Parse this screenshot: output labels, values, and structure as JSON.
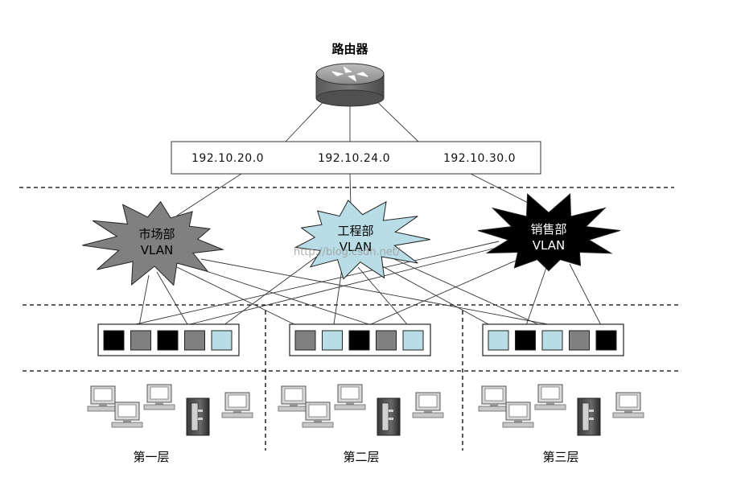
{
  "router": {
    "label": "路由器",
    "icon": "router-icon"
  },
  "subnets": [
    "192.10.20.0",
    "192.10.24.0",
    "192.10.30.0"
  ],
  "vlans": [
    {
      "name": "市场部",
      "sub": "VLAN",
      "fill": "#808080",
      "text_color": "#000000"
    },
    {
      "name": "工程部",
      "sub": "VLAN",
      "fill": "#b9dde6",
      "text_color": "#000000"
    },
    {
      "name": "销售部",
      "sub": "VLAN",
      "fill": "#000000",
      "text_color": "#ffffff"
    }
  ],
  "switches": [
    {
      "ports": [
        "black",
        "gray",
        "black",
        "gray",
        "cyan"
      ]
    },
    {
      "ports": [
        "gray",
        "cyan",
        "black",
        "gray",
        "cyan"
      ]
    },
    {
      "ports": [
        "cyan",
        "black",
        "cyan",
        "gray",
        "black"
      ]
    }
  ],
  "port_colors": {
    "black": "#000000",
    "gray": "#808080",
    "cyan": "#b9dde6"
  },
  "floors": [
    {
      "label": "第一层"
    },
    {
      "label": "第二层"
    },
    {
      "label": "第三层"
    }
  ],
  "watermark": "http://blog.csdn.net/"
}
